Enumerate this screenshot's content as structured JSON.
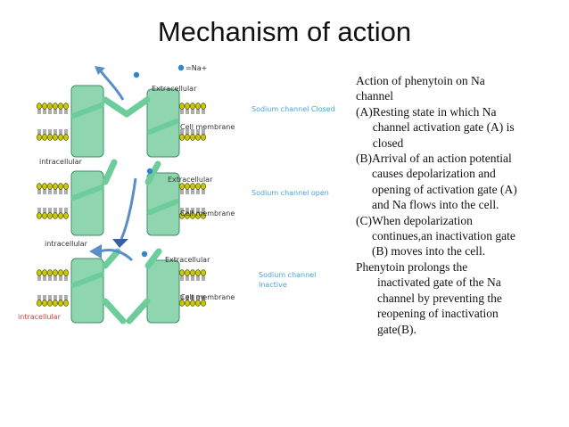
{
  "title": "Mechanism of action",
  "diagram": {
    "legend_na": "=Na+",
    "panels": [
      {
        "extracellular": "Extracellular",
        "cell_membrane": "Cell membrane",
        "intracellular": "intracellular",
        "state": "Sodium channel Closed"
      },
      {
        "extracellular": "Extracellular",
        "cell_membrane": "Cell membrane",
        "intracellular": "intracellular",
        "state": "Sodium channel open"
      },
      {
        "extracellular": "Extracellular",
        "cell_membrane": "Cell membrane",
        "intracellular": "intracellular",
        "state_line1": "Sodium channel",
        "state_line2": "Inactive"
      }
    ],
    "colors": {
      "gate": "#8fd6b0",
      "gate_stroke": "#3c8c66",
      "lipid_head": "#c9c90a",
      "arrow": "#5b8ec7",
      "na_dot": "#2f86c9",
      "label_blue": "#4aa3d8",
      "label_red": "#e53935"
    }
  },
  "text": {
    "heading_line1": "Action of phenytoin on Na",
    "heading_line2": "channel",
    "items": [
      {
        "label": "(A)",
        "lines": [
          "Resting state in which Na",
          "channel activation gate (A) is",
          "closed"
        ]
      },
      {
        "label": "(B)",
        "lines": [
          "Arrival of an action potential",
          "causes depolarization and",
          "opening of activation gate (A)",
          "and Na flows into the cell."
        ]
      },
      {
        "label": "(C)",
        "lines": [
          "When depolarization",
          "continues,an inactivation gate",
          "(B) moves into the cell."
        ]
      }
    ],
    "footer_first": "Phenytoin prolongs the",
    "footer_lines": [
      "inactivated gate of the Na",
      "channel by preventing the",
      "reopening of inactivation",
      "gate(B)."
    ]
  }
}
